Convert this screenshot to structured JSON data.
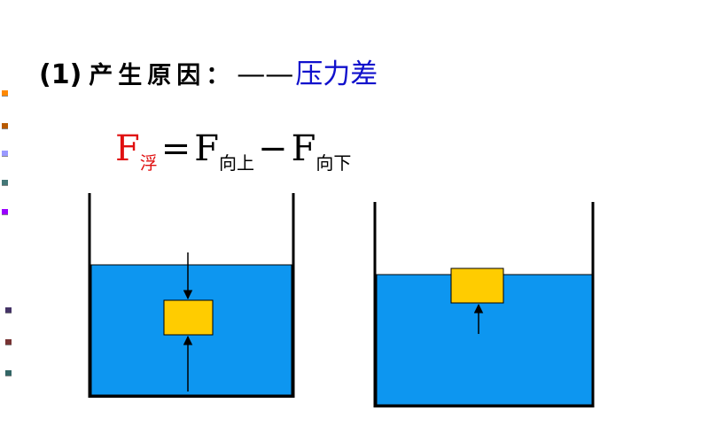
{
  "heading": {
    "number": "(1)",
    "label": "产生原因：",
    "dash": "——",
    "answer": "压力差"
  },
  "formula": {
    "f_buoyant": "F",
    "buoyant_sub": "浮",
    "equals": "=",
    "f_up": "F",
    "up_sub": "向上",
    "minus": "−",
    "f_down": "F",
    "down_sub": "向下"
  },
  "colors": {
    "answer_text": "#1111cc",
    "formula_red": "#e01010",
    "water": "#0d96f0",
    "block": "#ffcc00",
    "bullets": [
      "#ff8800",
      "#b85a00",
      "#9999ff",
      "#447777",
      "#9900ff",
      "#443366",
      "#773333",
      "#336666"
    ]
  },
  "diagrams": [
    {
      "name": "submerged-block",
      "arrows": [
        "down-arrow-icon",
        "up-arrow-icon"
      ]
    },
    {
      "name": "floating-block",
      "arrows": [
        "up-arrow-icon"
      ]
    }
  ]
}
